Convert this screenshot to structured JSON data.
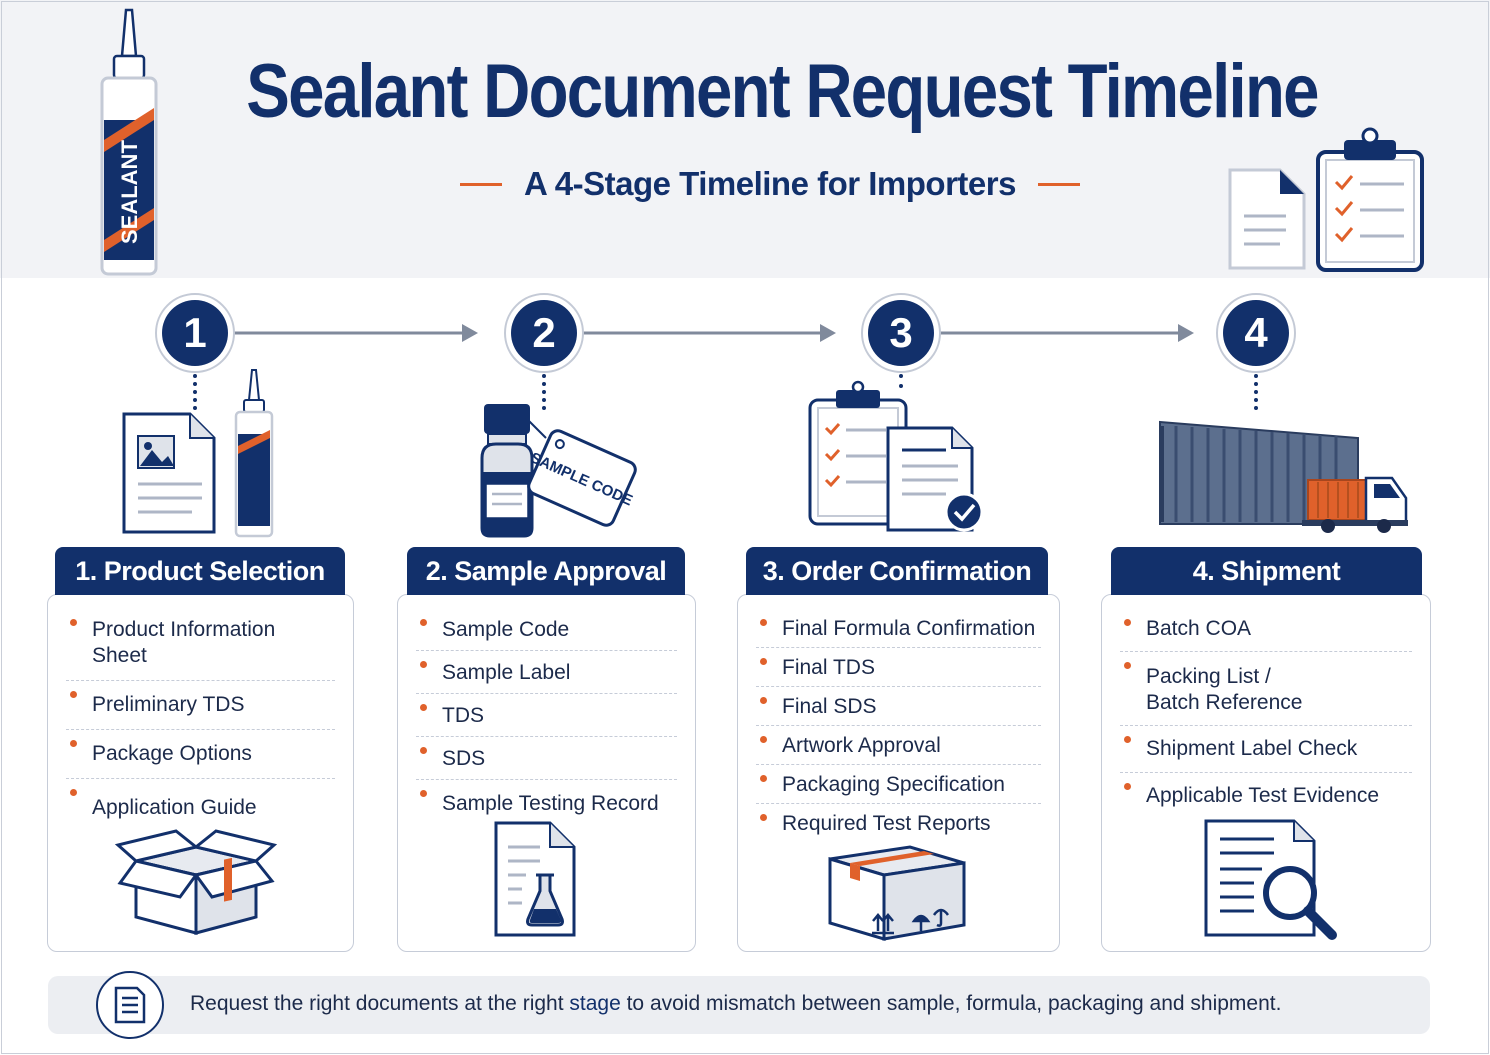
{
  "header": {
    "title": "Sealant Document Request Timeline",
    "subtitle": "A 4-Stage Timeline for Importers",
    "tube_label": "SEALANT"
  },
  "colors": {
    "navy": "#12306b",
    "accent": "#e0612b",
    "border": "#c6ccd8",
    "header_bg": "#f2f3f6"
  },
  "stages": [
    {
      "number": "1",
      "title": "1. Product Selection",
      "items": [
        "Product Information Sheet",
        "Preliminary TDS",
        "Package Options",
        "Application Guide"
      ],
      "illustration": "document-and-sealant-tube-icon",
      "card_icon": "open-box-icon"
    },
    {
      "number": "2",
      "title": "2. Sample Approval",
      "items": [
        "Sample Code",
        "Sample Label",
        "TDS",
        "SDS",
        "Sample Testing Record"
      ],
      "illustration": "sample-bottle-icon",
      "tag_text": "SAMPLE CODE",
      "card_icon": "lab-document-icon"
    },
    {
      "number": "3",
      "title": "3. Order Confirmation",
      "items": [
        "Final Formula Confirmation",
        "Final TDS",
        "Final SDS",
        "Artwork Approval",
        "Packaging Specification",
        "Required Test Reports"
      ],
      "illustration": "checklist-and-document-icon",
      "card_icon": "shipping-box-icon"
    },
    {
      "number": "4",
      "title": "4. Shipment",
      "items": [
        "Batch COA",
        "Packing List / Batch Reference",
        "Shipment Label Check",
        "Applicable Test Evidence"
      ],
      "illustration": "container-truck-icon",
      "card_icon": "document-search-icon"
    }
  ],
  "footer": {
    "text_before": "Request the right documents at the right ",
    "highlight": "stage",
    "text_after": " to avoid mismatch between sample, formula, packaging and shipment.",
    "icon": "document-icon"
  }
}
